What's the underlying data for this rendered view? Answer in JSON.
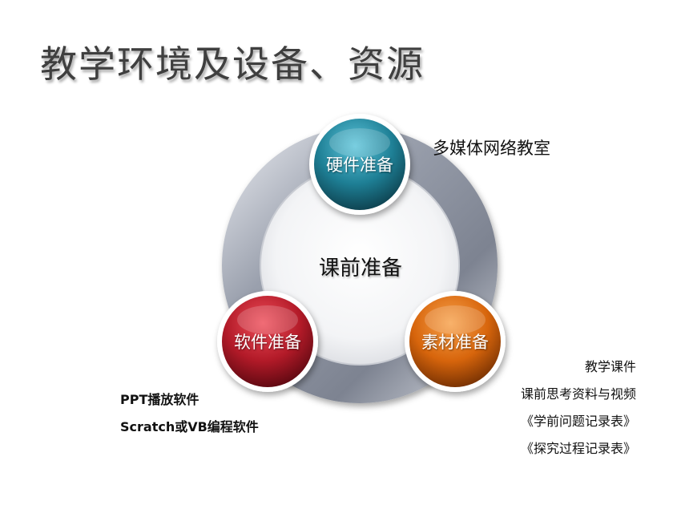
{
  "title": "教学环境及设备、资源",
  "center": {
    "label": "课前准备"
  },
  "nodes": {
    "hardware": {
      "label": "硬件准备",
      "color": "#1e7f95"
    },
    "software": {
      "label": "软件准备",
      "color": "#b21a28"
    },
    "material": {
      "label": "素材准备",
      "color": "#d7650c"
    }
  },
  "notes": {
    "hardware": [
      "多媒体网络教室"
    ],
    "software": [
      "PPT播放软件",
      "Scratch或VB编程软件"
    ],
    "material": [
      "教学课件",
      "课前思考资料与视频",
      "《学前问题记录表》",
      "《探究过程记录表》"
    ]
  }
}
